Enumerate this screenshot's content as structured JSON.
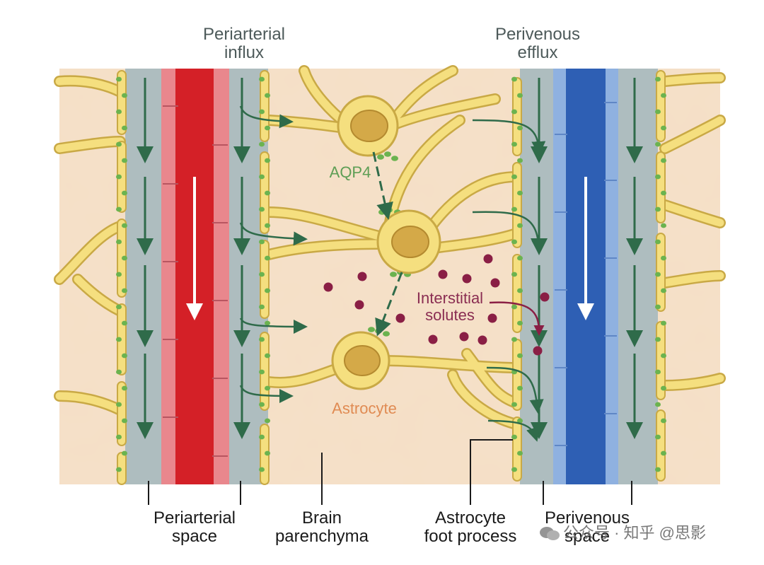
{
  "labels": {
    "periarterial_influx": "Periarterial\ninflux",
    "perivenous_efflux": "Perivenous\nefflux",
    "aqp4": "AQP4",
    "interstitial_solutes": "Interstitial\nsolutes",
    "astrocyte": "Astrocyte",
    "periarterial_space": "Periarterial\nspace",
    "brain_parenchyma": "Brain\nparenchyma",
    "astrocyte_foot_process": "Astrocyte\nfoot process",
    "perivenous_space": "Perivenous\nspace"
  },
  "watermark": {
    "text": "公众号 · 知乎 @思影"
  },
  "colors": {
    "background": "#f5dfc6",
    "perivascular": "#aebdbf",
    "artery": "#d42027",
    "artery_wall": "#e9878d",
    "vein": "#2e5fb4",
    "vein_wall": "#8fb1e0",
    "astrocyte_fill": "#f5df7f",
    "astrocyte_stroke": "#c9a945",
    "nucleus": "#d4a948",
    "aqp4": "#6bb34f",
    "flow_arrow": "#2f6b4a",
    "solute": "#8a1f45",
    "aqp4_label": "#5e9e55",
    "astrocyte_label": "#e08b53",
    "solute_label": "#8a2d52"
  }
}
